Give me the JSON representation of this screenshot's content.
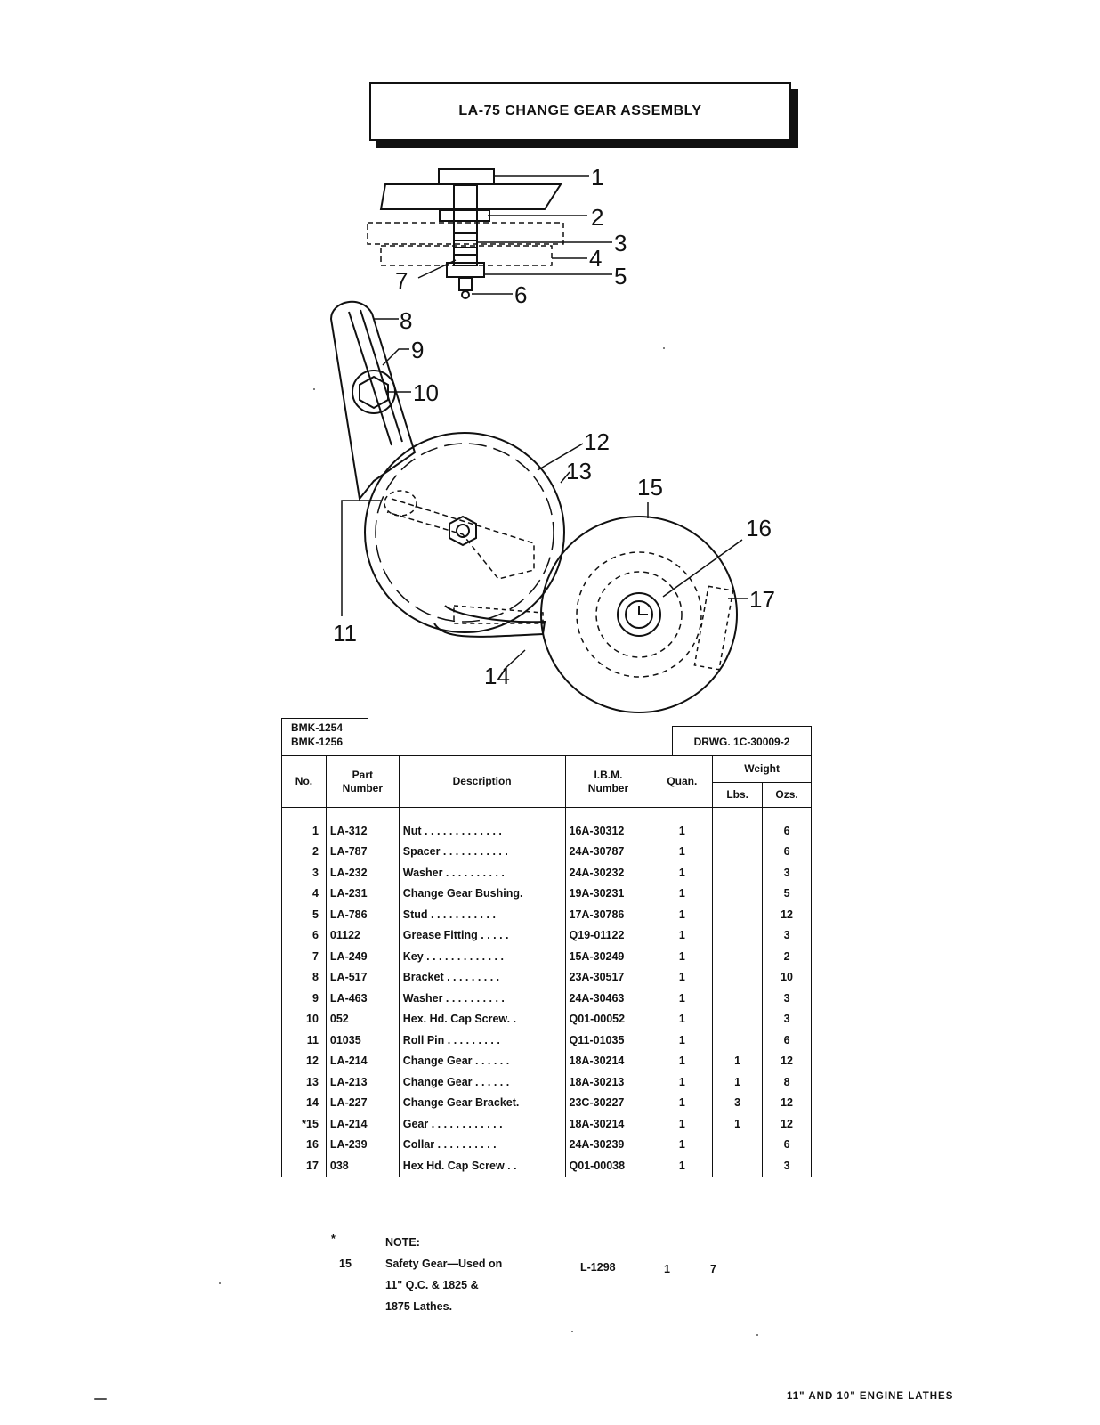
{
  "title": "LA-75  CHANGE GEAR ASSEMBLY",
  "callouts": [
    "1",
    "2",
    "3",
    "4",
    "5",
    "6",
    "7",
    "8",
    "9",
    "10",
    "11",
    "12",
    "13",
    "14",
    "15",
    "16",
    "17"
  ],
  "models": [
    "BMK-1254",
    "BMK-1256"
  ],
  "drawing": "DRWG. 1C-30009-2",
  "headers": {
    "no": "No.",
    "part_line1": "Part",
    "part_line2": "Number",
    "description": "Description",
    "ibm_line1": "I.B.M.",
    "ibm_line2": "Number",
    "quan": "Quan.",
    "weight": "Weight",
    "lbs": "Lbs.",
    "ozs": "Ozs."
  },
  "rows": [
    {
      "no": "1",
      "part": "LA-312",
      "desc": "Nut . . . . . . . . . . . . .",
      "ibm": "16A-30312",
      "q": "1",
      "lbs": "",
      "ozs": "6"
    },
    {
      "no": "2",
      "part": "LA-787",
      "desc": "Spacer . . . . . . . . . . .",
      "ibm": "24A-30787",
      "q": "1",
      "lbs": "",
      "ozs": "6"
    },
    {
      "no": "3",
      "part": "LA-232",
      "desc": "Washer . . . . . . . . . .",
      "ibm": "24A-30232",
      "q": "1",
      "lbs": "",
      "ozs": "3"
    },
    {
      "no": "4",
      "part": "LA-231",
      "desc": "Change Gear Bushing.",
      "ibm": "19A-30231",
      "q": "1",
      "lbs": "",
      "ozs": "5"
    },
    {
      "no": "5",
      "part": "LA-786",
      "desc": "Stud  . . . . . . . . . . .",
      "ibm": "17A-30786",
      "q": "1",
      "lbs": "",
      "ozs": "12"
    },
    {
      "no": "6",
      "part": "01122",
      "desc": "Grease Fitting . . . . .",
      "ibm": "Q19-01122",
      "q": "1",
      "lbs": "",
      "ozs": "3"
    },
    {
      "no": "7",
      "part": "LA-249",
      "desc": "Key . . . . . . . . . . . . .",
      "ibm": "15A-30249",
      "q": "1",
      "lbs": "",
      "ozs": "2"
    },
    {
      "no": "8",
      "part": "LA-517",
      "desc": "Bracket  . . . . . . . . .",
      "ibm": "23A-30517",
      "q": "1",
      "lbs": "",
      "ozs": "10"
    },
    {
      "no": "9",
      "part": "LA-463",
      "desc": "Washer . . . . . . . . . .",
      "ibm": "24A-30463",
      "q": "1",
      "lbs": "",
      "ozs": "3"
    },
    {
      "no": "10",
      "part": "052",
      "desc": "Hex. Hd. Cap Screw. .",
      "ibm": "Q01-00052",
      "q": "1",
      "lbs": "",
      "ozs": "3"
    },
    {
      "no": "11",
      "part": "01035",
      "desc": "Roll Pin . . . . . . . . .",
      "ibm": "Q11-01035",
      "q": "1",
      "lbs": "",
      "ozs": "6"
    },
    {
      "no": "12",
      "part": "LA-214",
      "desc": "Change Gear  . . . . . .",
      "ibm": "18A-30214",
      "q": "1",
      "lbs": "1",
      "ozs": "12"
    },
    {
      "no": "13",
      "part": "LA-213",
      "desc": "Change Gear  . . . . . .",
      "ibm": "18A-30213",
      "q": "1",
      "lbs": "1",
      "ozs": "8"
    },
    {
      "no": "14",
      "part": "LA-227",
      "desc": "Change Gear Bracket.",
      "ibm": "23C-30227",
      "q": "1",
      "lbs": "3",
      "ozs": "12"
    },
    {
      "no": "*15",
      "part": "LA-214",
      "desc": "Gear . . . . . . . . . . . .",
      "ibm": "18A-30214",
      "q": "1",
      "lbs": "1",
      "ozs": "12"
    },
    {
      "no": "16",
      "part": "LA-239",
      "desc": "Collar  . . . . . . . . . .",
      "ibm": "24A-30239",
      "q": "1",
      "lbs": "",
      "ozs": "6"
    },
    {
      "no": "17",
      "part": "038",
      "desc": "Hex Hd. Cap Screw . .",
      "ibm": "Q01-00038",
      "q": "1",
      "lbs": "",
      "ozs": "3"
    }
  ],
  "note": {
    "star": "*",
    "heading": "NOTE:",
    "item": "15",
    "line1": "Safety Gear—Used on",
    "line2": "11\" Q.C. & 1825 &",
    "line3": "1875 Lathes.",
    "part": "L-1298",
    "quan": "1",
    "ozs": "7"
  },
  "footer": "11\" AND 10\" ENGINE LATHES"
}
